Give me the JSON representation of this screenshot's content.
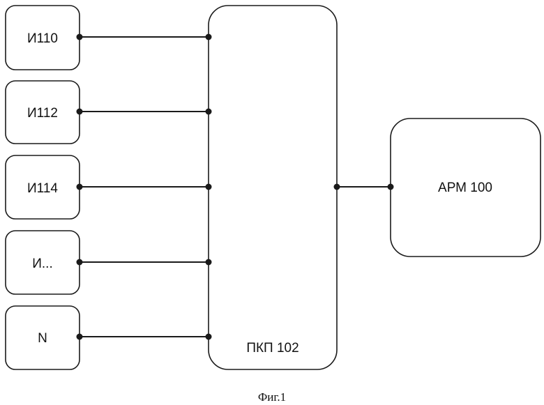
{
  "diagram": {
    "sensors": [
      {
        "label": "И110"
      },
      {
        "label": "И112"
      },
      {
        "label": "И114"
      },
      {
        "label": "И..."
      },
      {
        "label": "N"
      }
    ],
    "panel": {
      "label": "ПКП 102"
    },
    "workstation": {
      "label": "АРМ  100"
    },
    "caption": "Фиг.1"
  }
}
